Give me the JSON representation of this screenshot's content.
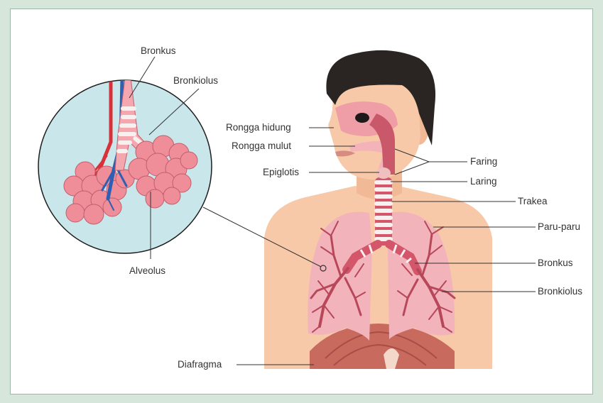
{
  "labels": {
    "inset_bronkus": "Bronkus",
    "inset_bronkiolus": "Bronkiolus",
    "alveolus": "Alveolus",
    "rongga_hidung": "Rongga hidung",
    "rongga_mulut": "Rongga mulut",
    "epiglotis": "Epiglotis",
    "faring": "Faring",
    "laring": "Laring",
    "trakea": "Trakea",
    "paru_paru": "Paru-paru",
    "bronkus": "Bronkus",
    "bronkiolus": "Bronkiolus",
    "diafragma": "Diafragma"
  },
  "colors": {
    "background": "#d6e6db",
    "inset_circle": "#c9e6ea",
    "skin": "#f7c9a8",
    "lung": "#f2b3bb",
    "bronchial_tree": "#b8475a",
    "alveoli": "#ef8e99",
    "artery": "#d9313a",
    "vein": "#2f5fb3",
    "hair": "#2a2522",
    "diaphragm": "#c96a5f"
  }
}
